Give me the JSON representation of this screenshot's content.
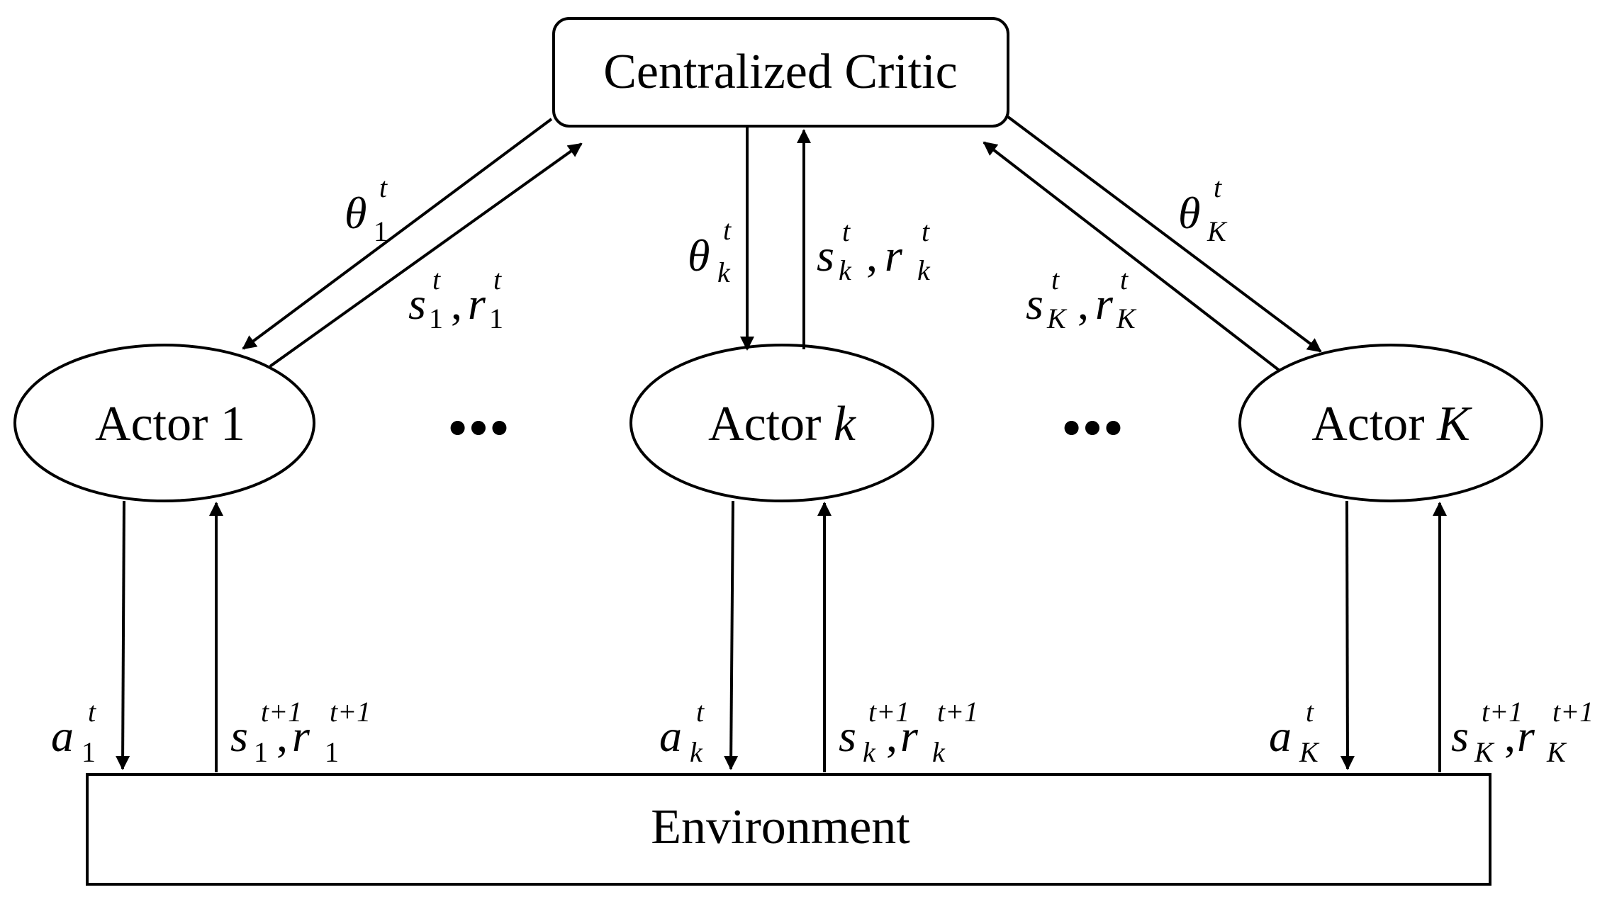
{
  "nodes": {
    "critic": {
      "label": "Centralized Critic"
    },
    "environment": {
      "label": "Environment"
    },
    "actor_1": {
      "label_prefix": "Actor ",
      "label_index": "1"
    },
    "actor_k": {
      "label_prefix": "Actor ",
      "label_index": "k"
    },
    "actor_K": {
      "label_prefix": "Actor ",
      "label_index": "K"
    },
    "ellipsis": "•••"
  },
  "edge_labels": {
    "theta": {
      "symbol": "θ",
      "sup": "t",
      "subs": {
        "one": "1",
        "k": "k",
        "K": "K"
      }
    },
    "critic_obs": {
      "s": "s",
      "r": "r",
      "sup": "t",
      "comma": ",",
      "subs": {
        "one": "1",
        "k": "k",
        "K": "K"
      }
    },
    "action": {
      "symbol": "a",
      "sup": "t",
      "subs": {
        "one": "1",
        "k": "k",
        "K": "K"
      }
    },
    "env_obs": {
      "s": "s",
      "r": "r",
      "sup": "t+1",
      "comma": ",",
      "subs": {
        "one": "1",
        "k": "k",
        "K": "K"
      }
    }
  }
}
